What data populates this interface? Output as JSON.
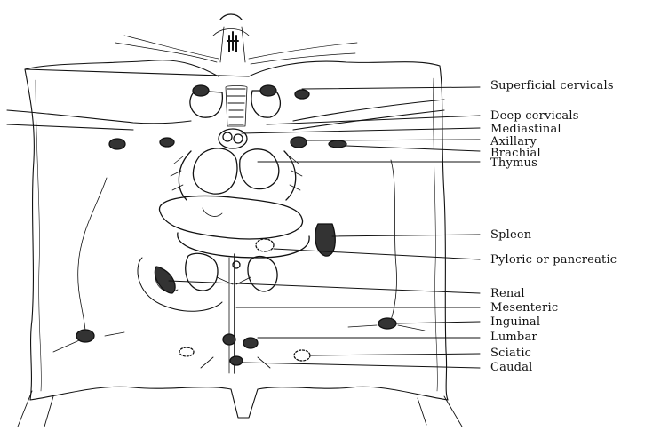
{
  "labels": {
    "superficial_cervicals": "Superficial cervicals",
    "deep_cervicals": "Deep cervicals",
    "mediastinal": "Mediastinal",
    "axillary": "Axillary",
    "brachial": "Brachial",
    "thymus": "Thymus",
    "spleen": "Spleen",
    "pyloric_or_pancreatic": "Pyloric or pancreatic",
    "renal": "Renal",
    "mesenteric": "Mesenteric",
    "inguinal": "Inguinal",
    "lumbar": "Lumbar",
    "sciatic": "Sciatic",
    "caudal": "Caudal"
  },
  "colors": {
    "ink": "#111111",
    "background": "#ffffff"
  }
}
